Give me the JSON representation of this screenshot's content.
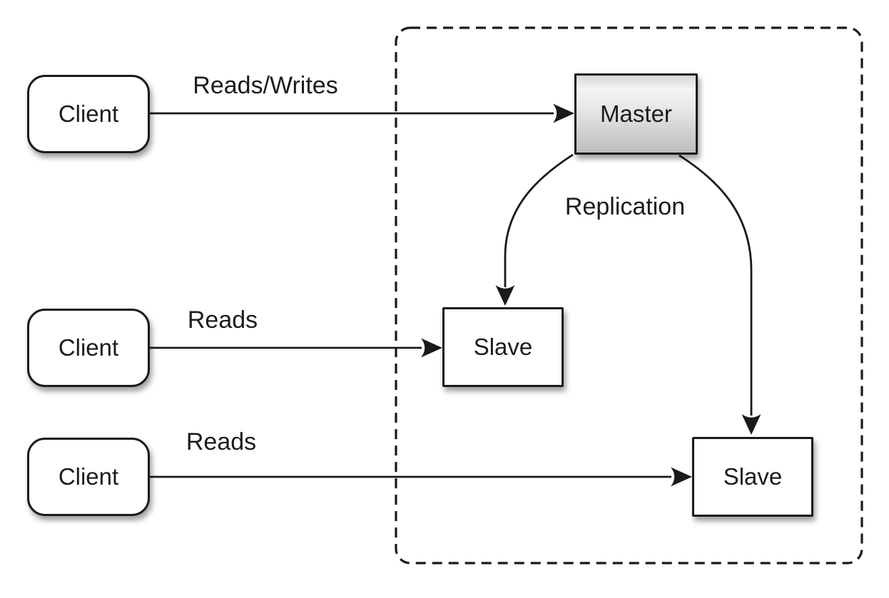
{
  "colors": {
    "line": "#1a1a1a",
    "text": "#1c1c1c",
    "node_fill": "#ffffff",
    "master_top": "#d6d6d6",
    "master_light": "#f4f4f4",
    "master_bottom": "#bdbdbd",
    "background": "#ffffff"
  },
  "nodes": {
    "client1": {
      "label": "Client"
    },
    "client2": {
      "label": "Client"
    },
    "client3": {
      "label": "Client"
    },
    "master": {
      "label": "Master"
    },
    "slave1": {
      "label": "Slave"
    },
    "slave2": {
      "label": "Slave"
    }
  },
  "edges": {
    "client1_master": {
      "label": "Reads/Writes",
      "from": "client1",
      "to": "master"
    },
    "client2_slave1": {
      "label": "Reads",
      "from": "client2",
      "to": "slave1"
    },
    "client3_slave2": {
      "label": "Reads",
      "from": "client3",
      "to": "slave2"
    },
    "master_slave1": {
      "label": "Replication",
      "from": "master",
      "to": "slave1"
    },
    "master_slave2": {
      "label": "Replication",
      "from": "master",
      "to": "slave2"
    }
  }
}
